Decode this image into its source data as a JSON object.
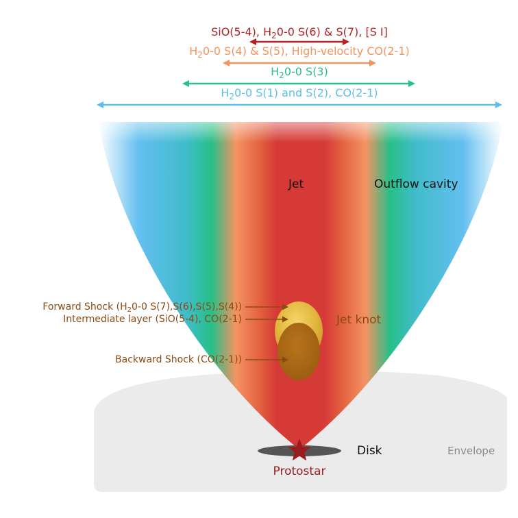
{
  "colors": {
    "red": "#d63a37",
    "orange": "#f59362",
    "green": "#27c087",
    "blue": "#52b8ee",
    "brown": "#8b4a12",
    "envelope": "#ebebeb",
    "star": "#9b1c1c"
  },
  "ranges": [
    {
      "label_html": "SiO(5-4), H<tspan font-size='12' dy='4'>2</tspan><tspan dy='-4'>0-0 S(6) &amp; S(7), [S I]</tspan>",
      "label_text": "SiO(5-4), H20-0 S(6) & S(7), [S I]",
      "color": "#b22222"
    },
    {
      "label_html": "H<tspan font-size='12' dy='4'>2</tspan><tspan dy='-4'>0-0 S(4) &amp; S(5), High-velocity CO(2-1)</tspan>",
      "label_text": "H20-0 S(4) & S(5), High-velocity CO(2-1)",
      "color": "#f5935f"
    },
    {
      "label_html": "H<tspan font-size='12' dy='4'>2</tspan><tspan dy='-4'>0-0 S(3)</tspan>",
      "label_text": "H20-0 S(3)",
      "color": "#2bbf8a"
    },
    {
      "label_html": "H<tspan font-size='12' dy='4'>2</tspan><tspan dy='-4'>0-0 S(1) and S(2), CO(2-1)</tspan>",
      "label_text": "H20-0 S(1) and S(2), CO(2-1)",
      "color": "#5bc0ee"
    }
  ],
  "labels": {
    "jet": "Jet",
    "outflow_cavity": "Outflow cavity",
    "jet_knot": "Jet knot",
    "disk": "Disk",
    "envelope": "Envelope",
    "protostar": "Protostar",
    "forward_shock": "Forward Shock (H20-0 S(7),S(6),S(5),S(4))",
    "intermediate_layer": "Intermediate layer (SiO(5-4), CO(2-1)",
    "backward_shock": "Backward Shock (CO(2-1))"
  }
}
